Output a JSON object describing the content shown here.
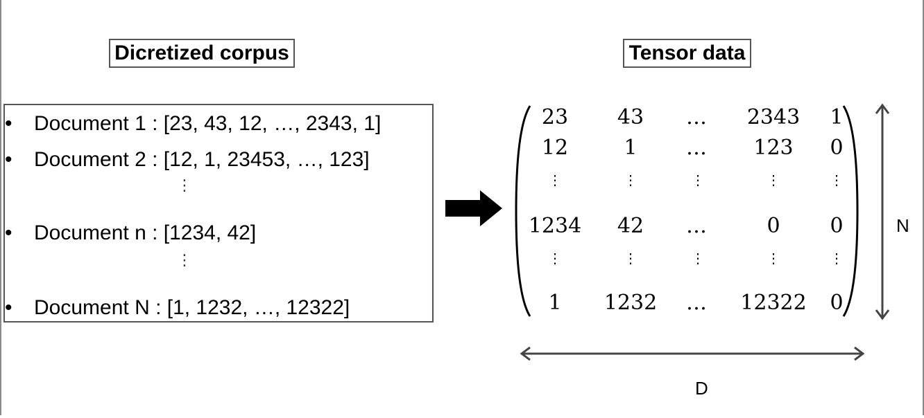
{
  "left_title": "Dicretized corpus",
  "right_title": "Tensor data",
  "documents": [
    {
      "bullet": "•",
      "text": "Document 1 : [23, 43, 12, …, 2343, 1]"
    },
    {
      "bullet": "•",
      "text": "Document 2 : [12, 1, 23453, …, 123]"
    },
    {
      "bullet": "•",
      "text": "Document n : [1234, 42]"
    },
    {
      "bullet": "•",
      "text": "Document N : [1, 1232, …, 12322]"
    }
  ],
  "matrix": {
    "rows": [
      [
        "23",
        "43",
        "…",
        "2343",
        "1"
      ],
      [
        "12",
        "1",
        "…",
        "123",
        "0"
      ],
      [
        "1234",
        "42",
        "…",
        "0",
        "0"
      ],
      [
        "1",
        "1232",
        "…",
        "12322",
        "0"
      ]
    ],
    "ellipsis": "…",
    "vdots": "⋮"
  },
  "dimension_n": "N",
  "dimension_d": "D"
}
